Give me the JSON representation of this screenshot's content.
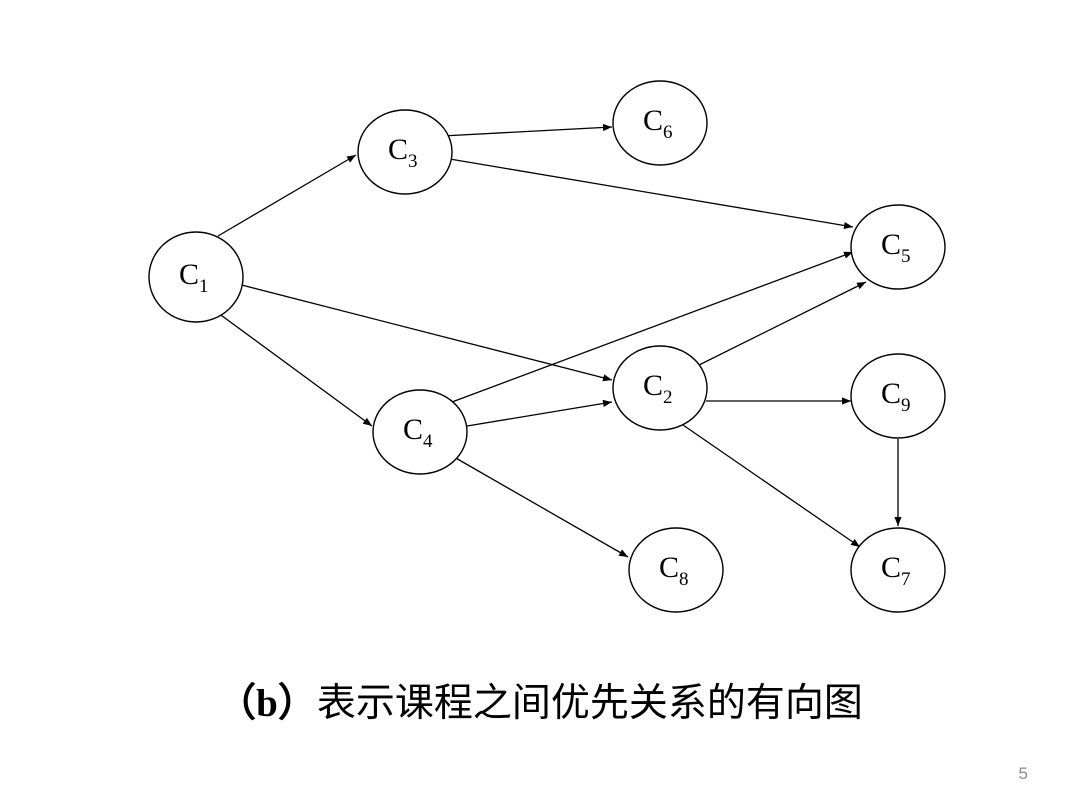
{
  "diagram": {
    "nodes": [
      {
        "id": "C1",
        "base": "C",
        "sub": "1"
      },
      {
        "id": "C2",
        "base": "C",
        "sub": "2"
      },
      {
        "id": "C3",
        "base": "C",
        "sub": "3"
      },
      {
        "id": "C4",
        "base": "C",
        "sub": "4"
      },
      {
        "id": "C5",
        "base": "C",
        "sub": "5"
      },
      {
        "id": "C6",
        "base": "C",
        "sub": "6"
      },
      {
        "id": "C7",
        "base": "C",
        "sub": "7"
      },
      {
        "id": "C8",
        "base": "C",
        "sub": "8"
      },
      {
        "id": "C9",
        "base": "C",
        "sub": "9"
      }
    ],
    "edges": [
      {
        "from": "C1",
        "to": "C3"
      },
      {
        "from": "C1",
        "to": "C2"
      },
      {
        "from": "C1",
        "to": "C4"
      },
      {
        "from": "C3",
        "to": "C6"
      },
      {
        "from": "C3",
        "to": "C5"
      },
      {
        "from": "C4",
        "to": "C5"
      },
      {
        "from": "C4",
        "to": "C2"
      },
      {
        "from": "C4",
        "to": "C8"
      },
      {
        "from": "C2",
        "to": "C5"
      },
      {
        "from": "C2",
        "to": "C9"
      },
      {
        "from": "C2",
        "to": "C7"
      },
      {
        "from": "C9",
        "to": "C7"
      }
    ]
  },
  "caption": {
    "prefix": "（b）",
    "text": "表示课程之间优先关系的有向图"
  },
  "page_number": "5"
}
